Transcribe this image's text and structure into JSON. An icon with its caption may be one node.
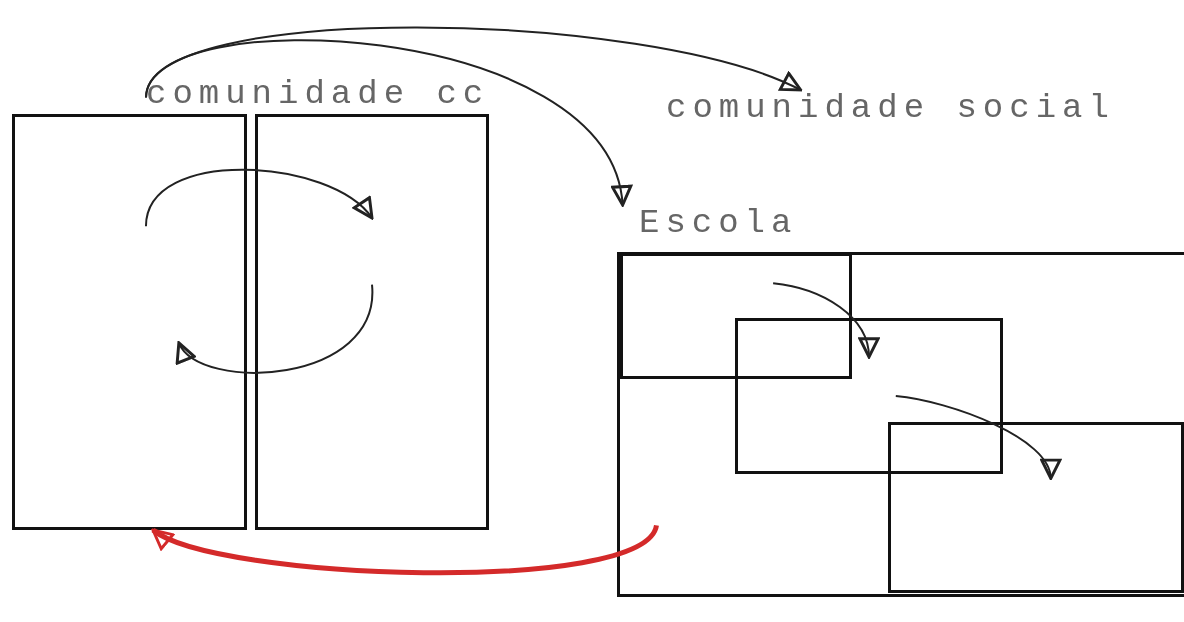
{
  "diagram": {
    "nodes": [
      {
        "text": [
          "comunidade cc"
        ]
      },
      {
        "text": [],
        "shape": "box"
      },
      {
        "text": [],
        "shape": "box"
      },
      {
        "text": [
          "comunidade social"
        ]
      },
      {
        "text": [
          "Escola"
        ]
      },
      {
        "text": [],
        "shape": "box",
        "in": 4
      },
      {
        "text": [],
        "shape": "box",
        "in": 4
      },
      {
        "text": [],
        "shape": "box",
        "in": 4
      }
    ],
    "edges": [
      {
        "from": 0,
        "to": 3,
        "arrow": "to"
      },
      {
        "from": 0,
        "to": 4,
        "arrow": "to"
      },
      {
        "from": 1,
        "to": 2,
        "arrow": "to"
      },
      {
        "from": 2,
        "to": 1,
        "arrow": "to"
      },
      {
        "from": 5,
        "to": 6,
        "arrow": "to"
      },
      {
        "from": 6,
        "to": 7,
        "arrow": "to"
      },
      {
        "from": 4,
        "to": 1,
        "arrow": "to",
        "style": "thick",
        "color": "#d42a2a"
      }
    ]
  }
}
